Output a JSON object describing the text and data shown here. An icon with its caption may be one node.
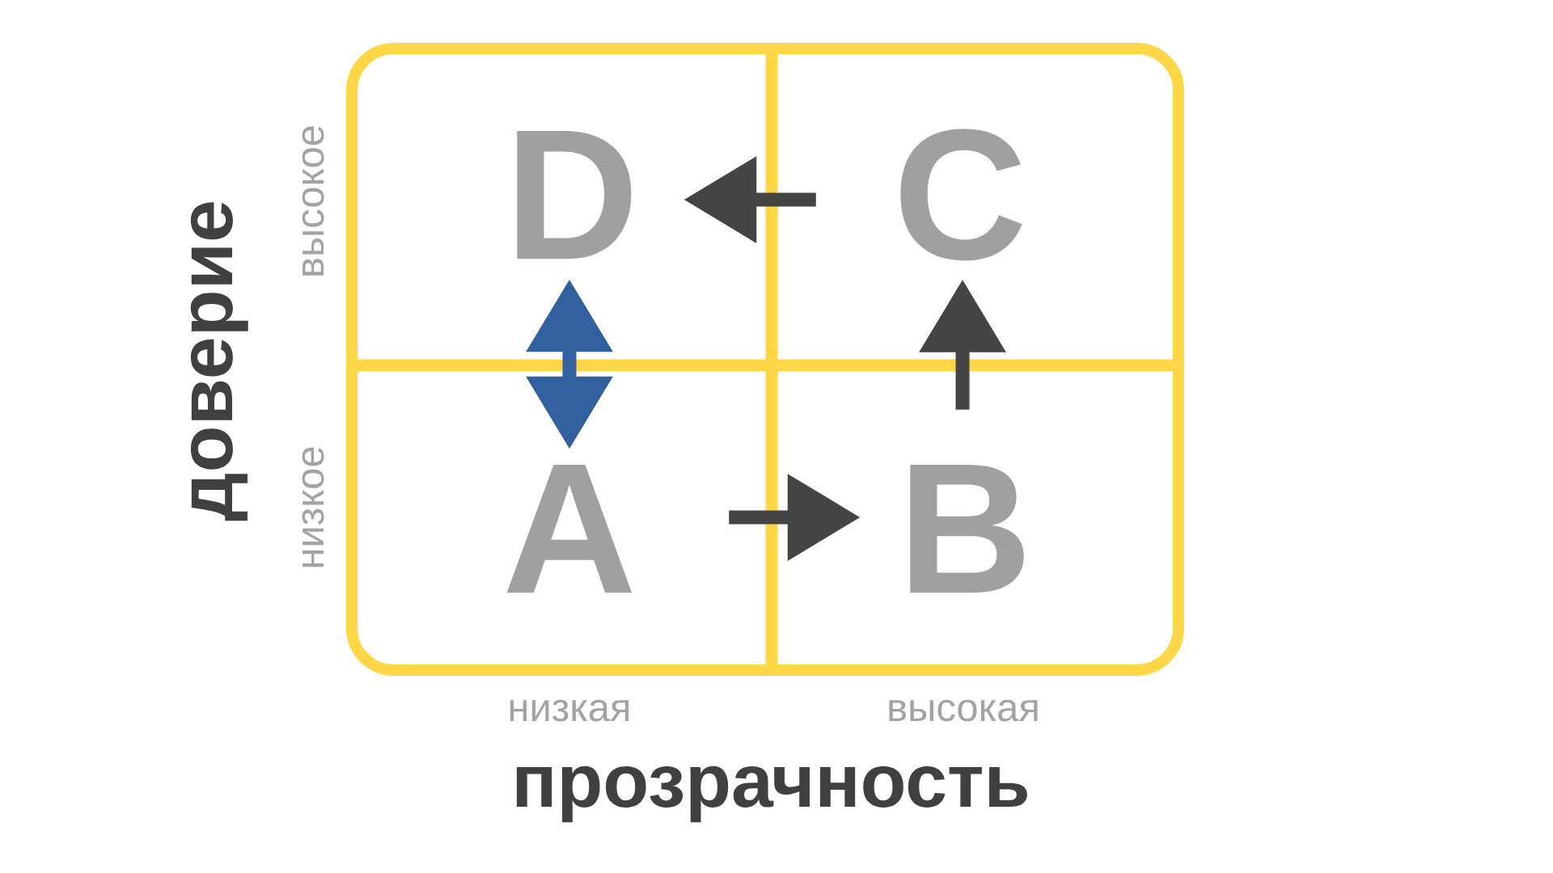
{
  "diagram": {
    "nodes": [
      {
        "text": [
          "D"
        ]
      },
      {
        "text": [
          "C"
        ]
      },
      {
        "text": [
          "A"
        ]
      },
      {
        "text": [
          "B"
        ]
      }
    ],
    "edges": [
      {
        "from": 1,
        "to": 0,
        "arrow": "to"
      },
      {
        "from": 2,
        "to": 3,
        "arrow": "to"
      },
      {
        "from": 3,
        "to": 1,
        "arrow": "to"
      },
      {
        "from": 0,
        "to": 2,
        "arrow": "both",
        "color": "#30609e"
      }
    ],
    "labels": [
      "высокое",
      "доверие",
      "низкое",
      "низкая",
      "высокая",
      "прозрачность"
    ]
  }
}
